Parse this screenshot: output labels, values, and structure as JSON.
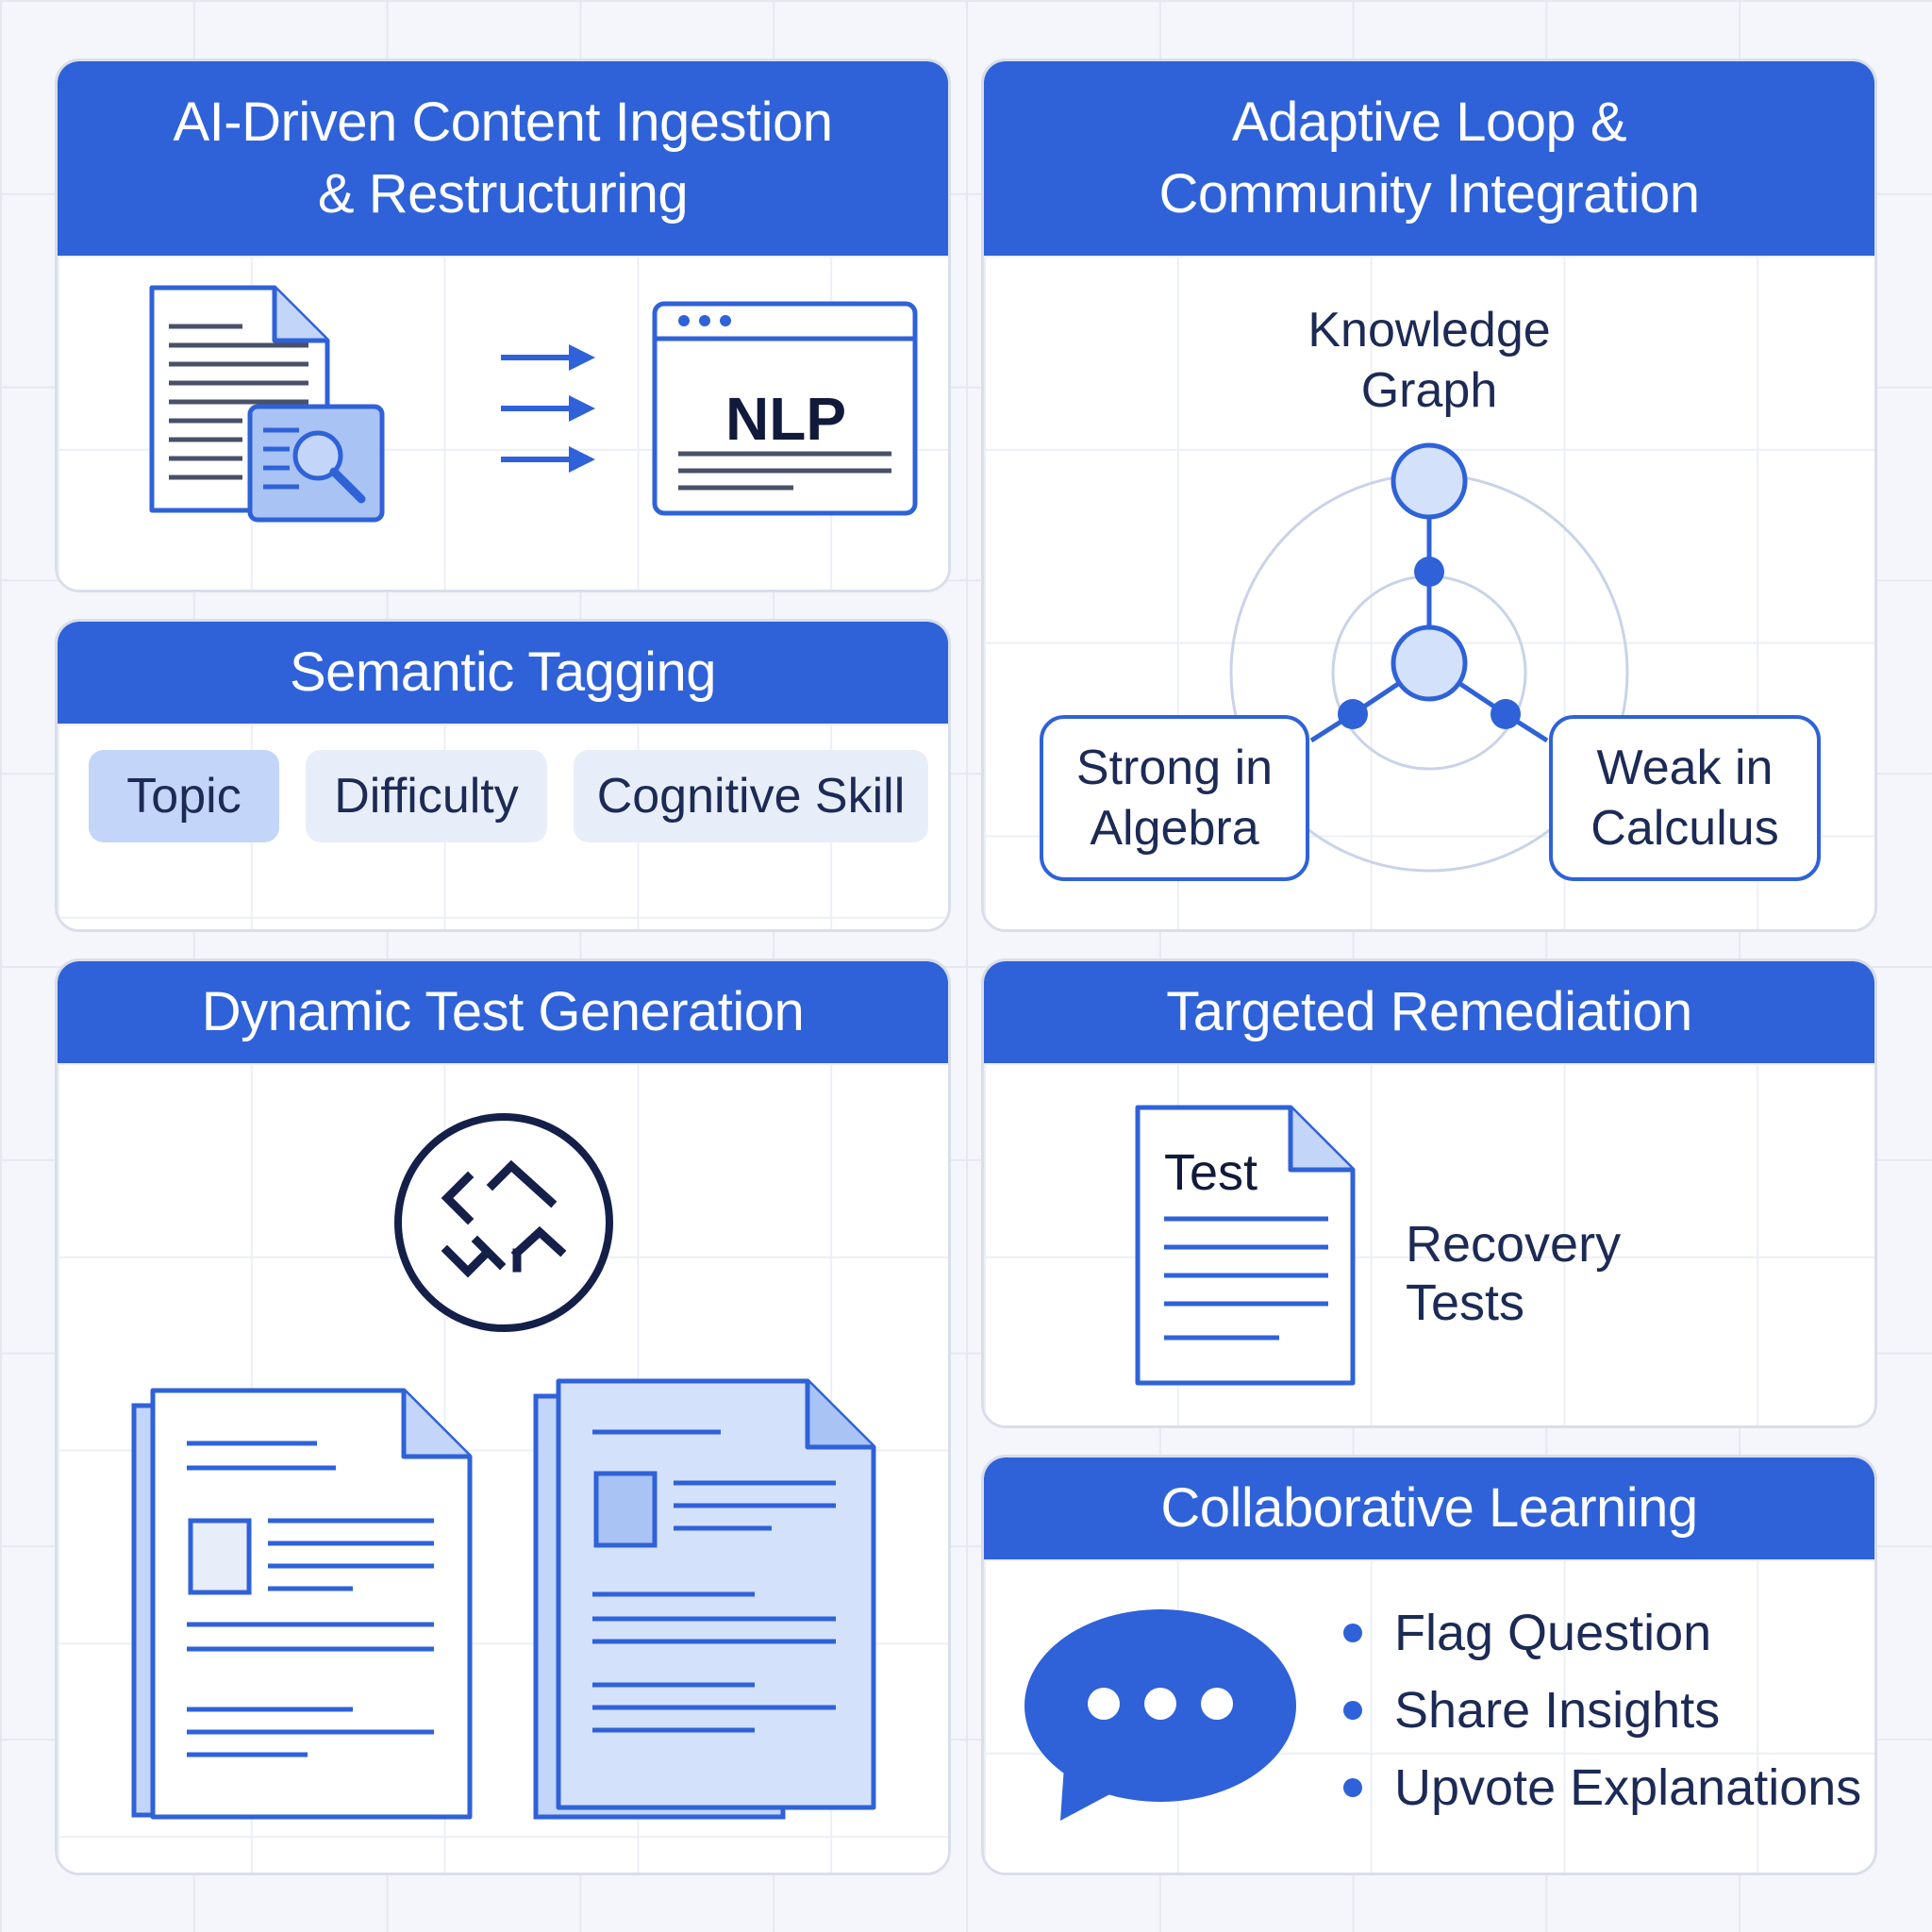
{
  "colors": {
    "primary": "#2f62d8",
    "navy": "#1c2a55",
    "light_blue": "#c3d5f8",
    "chip_bg": "#e8eef9",
    "page_bg": "#f4f6fb"
  },
  "ingestion": {
    "title_line1": "AI-Driven Content Ingestion",
    "title_line2": "& Restructuring",
    "nlp_label": "NLP",
    "icons": [
      "document-search-icon",
      "arrow-right-icon",
      "browser-window-icon"
    ]
  },
  "tagging": {
    "title": "Semantic Tagging",
    "tags": [
      {
        "label": "Topic",
        "selected": true
      },
      {
        "label": "Difficulty",
        "selected": false
      },
      {
        "label": "Cognitive Skill",
        "selected": false
      }
    ]
  },
  "adaptive": {
    "title_line1": "Adaptive Loop &",
    "title_line2": "Community Integration",
    "graph_label_line1": "Knowledge",
    "graph_label_line2": "Graph",
    "strong_line1": "Strong in",
    "strong_line2": "Algebra",
    "weak_line1": "Weak in",
    "weak_line2": "Calculus"
  },
  "dynamic": {
    "title": "Dynamic Test Generation",
    "icons": [
      "shuffle-icon",
      "test-document-icon"
    ]
  },
  "remediation": {
    "title": "Targeted Remediation",
    "doc_label": "Test",
    "caption": "Recovery Tests"
  },
  "collab": {
    "title": "Collaborative Learning",
    "icon": "chat-bubble-icon",
    "items": [
      "Flag Question",
      "Share Insights",
      "Upvote Explanations"
    ]
  }
}
